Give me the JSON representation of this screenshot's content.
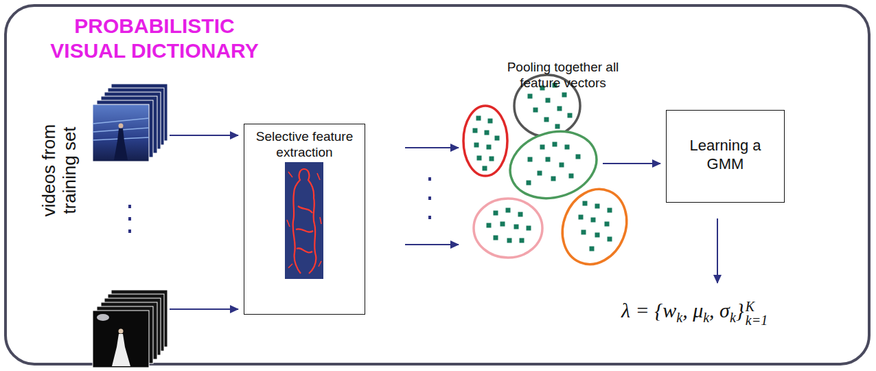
{
  "diagram": {
    "title": "PROBABILISTIC VISUAL DICTIONARY",
    "nodes": [
      {
        "text": [
          "Selective feature extraction"
        ]
      },
      {
        "text": [
          "Learning a GMM"
        ]
      }
    ],
    "labels": [
      "videos from training set",
      "Pooling together all feature vectors",
      "λ = {w",
      "k",
      ", μ",
      "k",
      ", σ",
      "k",
      "}",
      "K",
      "k=1"
    ]
  }
}
